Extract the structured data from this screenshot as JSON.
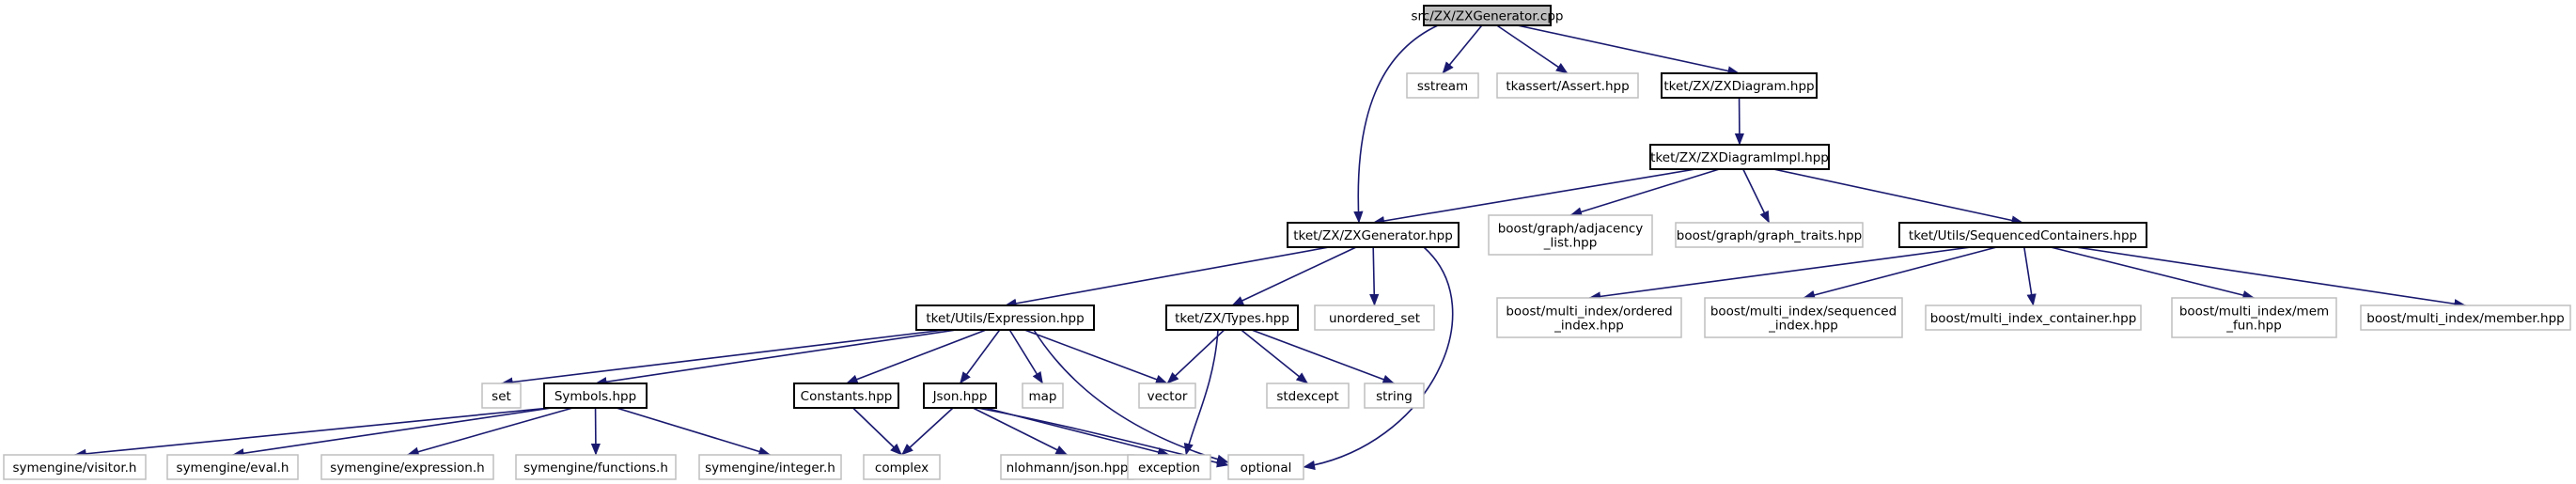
{
  "diagram": {
    "title": "src/ZX/ZXGenerator.cpp",
    "colors": {
      "edge": "#191970",
      "node_border": "#000000",
      "external_border": "#bfbfbf",
      "root_fill": "#bfbfbf"
    },
    "nodes": [
      {
        "id": "root",
        "lines": [
          "src/ZX/ZXGenerator.cpp"
        ],
        "kind": "root"
      },
      {
        "id": "sstream",
        "lines": [
          "sstream"
        ],
        "kind": "ext"
      },
      {
        "id": "tkassert",
        "lines": [
          "tkassert/Assert.hpp"
        ],
        "kind": "ext"
      },
      {
        "id": "zxdiagram",
        "lines": [
          "tket/ZX/ZXDiagram.hpp"
        ],
        "kind": "main"
      },
      {
        "id": "zxdiagramimpl",
        "lines": [
          "tket/ZX/ZXDiagramImpl.hpp"
        ],
        "kind": "main"
      },
      {
        "id": "zxgenerator",
        "lines": [
          "tket/ZX/ZXGenerator.hpp"
        ],
        "kind": "main"
      },
      {
        "id": "adjacency",
        "lines": [
          "boost/graph/adjacency",
          "_list.hpp"
        ],
        "kind": "ext"
      },
      {
        "id": "graphtraits",
        "lines": [
          "boost/graph/graph_traits.hpp"
        ],
        "kind": "ext"
      },
      {
        "id": "seqcont",
        "lines": [
          "tket/Utils/SequencedContainers.hpp"
        ],
        "kind": "main"
      },
      {
        "id": "expression",
        "lines": [
          "tket/Utils/Expression.hpp"
        ],
        "kind": "main"
      },
      {
        "id": "types",
        "lines": [
          "tket/ZX/Types.hpp"
        ],
        "kind": "main"
      },
      {
        "id": "unordered_set",
        "lines": [
          "unordered_set"
        ],
        "kind": "ext"
      },
      {
        "id": "ordered_index",
        "lines": [
          "boost/multi_index/ordered",
          "_index.hpp"
        ],
        "kind": "ext"
      },
      {
        "id": "sequenced_index",
        "lines": [
          "boost/multi_index/sequenced",
          "_index.hpp"
        ],
        "kind": "ext"
      },
      {
        "id": "multi_index_container",
        "lines": [
          "boost/multi_index_container.hpp"
        ],
        "kind": "ext"
      },
      {
        "id": "mem_fun",
        "lines": [
          "boost/multi_index/mem",
          "_fun.hpp"
        ],
        "kind": "ext"
      },
      {
        "id": "member",
        "lines": [
          "boost/multi_index/member.hpp"
        ],
        "kind": "ext"
      },
      {
        "id": "set",
        "lines": [
          "set"
        ],
        "kind": "ext"
      },
      {
        "id": "symbols",
        "lines": [
          "Symbols.hpp"
        ],
        "kind": "main"
      },
      {
        "id": "constants",
        "lines": [
          "Constants.hpp"
        ],
        "kind": "main"
      },
      {
        "id": "json",
        "lines": [
          "Json.hpp"
        ],
        "kind": "main"
      },
      {
        "id": "map",
        "lines": [
          "map"
        ],
        "kind": "ext"
      },
      {
        "id": "vector",
        "lines": [
          "vector"
        ],
        "kind": "ext"
      },
      {
        "id": "stdexcept",
        "lines": [
          "stdexcept"
        ],
        "kind": "ext"
      },
      {
        "id": "string",
        "lines": [
          "string"
        ],
        "kind": "ext"
      },
      {
        "id": "visitor",
        "lines": [
          "symengine/visitor.h"
        ],
        "kind": "ext"
      },
      {
        "id": "eval",
        "lines": [
          "symengine/eval.h"
        ],
        "kind": "ext"
      },
      {
        "id": "sym_expression",
        "lines": [
          "symengine/expression.h"
        ],
        "kind": "ext"
      },
      {
        "id": "functions",
        "lines": [
          "symengine/functions.h"
        ],
        "kind": "ext"
      },
      {
        "id": "integer",
        "lines": [
          "symengine/integer.h"
        ],
        "kind": "ext"
      },
      {
        "id": "complex",
        "lines": [
          "complex"
        ],
        "kind": "ext"
      },
      {
        "id": "nlohmann",
        "lines": [
          "nlohmann/json.hpp"
        ],
        "kind": "ext"
      },
      {
        "id": "exception",
        "lines": [
          "exception"
        ],
        "kind": "ext"
      },
      {
        "id": "optional",
        "lines": [
          "optional"
        ],
        "kind": "ext"
      }
    ],
    "edges": [
      [
        "root",
        "zxgenerator"
      ],
      [
        "root",
        "sstream"
      ],
      [
        "root",
        "tkassert"
      ],
      [
        "root",
        "zxdiagram"
      ],
      [
        "zxdiagram",
        "zxdiagramimpl"
      ],
      [
        "zxdiagramimpl",
        "zxgenerator"
      ],
      [
        "zxdiagramimpl",
        "adjacency"
      ],
      [
        "zxdiagramimpl",
        "graphtraits"
      ],
      [
        "zxdiagramimpl",
        "seqcont"
      ],
      [
        "zxgenerator",
        "expression"
      ],
      [
        "zxgenerator",
        "types"
      ],
      [
        "zxgenerator",
        "unordered_set"
      ],
      [
        "zxgenerator",
        "optional"
      ],
      [
        "seqcont",
        "ordered_index"
      ],
      [
        "seqcont",
        "sequenced_index"
      ],
      [
        "seqcont",
        "multi_index_container"
      ],
      [
        "seqcont",
        "mem_fun"
      ],
      [
        "seqcont",
        "member"
      ],
      [
        "expression",
        "set"
      ],
      [
        "expression",
        "symbols"
      ],
      [
        "expression",
        "constants"
      ],
      [
        "expression",
        "json"
      ],
      [
        "expression",
        "map"
      ],
      [
        "expression",
        "vector"
      ],
      [
        "expression",
        "optional"
      ],
      [
        "types",
        "vector"
      ],
      [
        "types",
        "stdexcept"
      ],
      [
        "types",
        "string"
      ],
      [
        "types",
        "exception"
      ],
      [
        "symbols",
        "visitor"
      ],
      [
        "symbols",
        "eval"
      ],
      [
        "symbols",
        "sym_expression"
      ],
      [
        "symbols",
        "functions"
      ],
      [
        "symbols",
        "integer"
      ],
      [
        "constants",
        "complex"
      ],
      [
        "json",
        "complex"
      ],
      [
        "json",
        "nlohmann"
      ],
      [
        "json",
        "exception"
      ],
      [
        "json",
        "optional"
      ]
    ]
  }
}
